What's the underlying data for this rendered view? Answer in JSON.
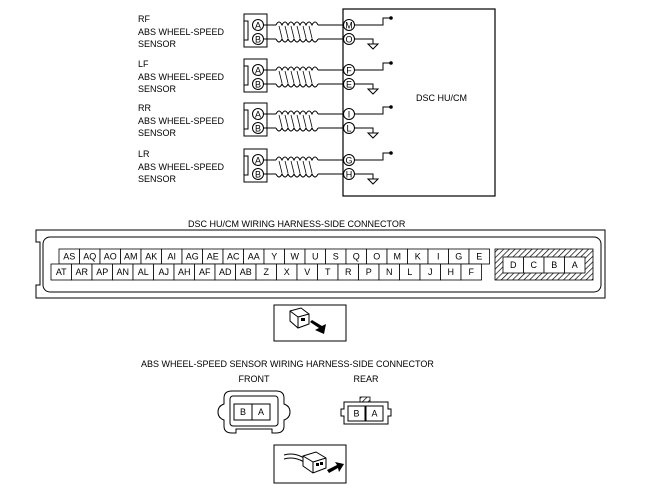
{
  "sensors": [
    {
      "position": "RF",
      "line1": "ABS WHEEL-SPEED",
      "line2": "SENSOR",
      "pins": [
        "A",
        "B"
      ],
      "hu_pins": [
        "M",
        "O"
      ]
    },
    {
      "position": "LF",
      "line1": "ABS WHEEL-SPEED",
      "line2": "SENSOR",
      "pins": [
        "A",
        "B"
      ],
      "hu_pins": [
        "F",
        "E"
      ]
    },
    {
      "position": "RR",
      "line1": "ABS WHEEL-SPEED",
      "line2": "SENSOR",
      "pins": [
        "A",
        "B"
      ],
      "hu_pins": [
        "I",
        "L"
      ]
    },
    {
      "position": "LR",
      "line1": "ABS WHEEL-SPEED",
      "line2": "SENSOR",
      "pins": [
        "A",
        "B"
      ],
      "hu_pins": [
        "G",
        "H"
      ]
    }
  ],
  "module": {
    "label": "DSC HU/CM"
  },
  "dsc_connector": {
    "title": "DSC HU/CM WIRING HARNESS-SIDE CONNECTOR",
    "top_row": [
      "AS",
      "AQ",
      "AO",
      "AM",
      "AK",
      "AI",
      "AG",
      "AE",
      "AC",
      "AA",
      "Y",
      "W",
      "U",
      "S",
      "Q",
      "O",
      "M",
      "K",
      "I",
      "G",
      "E"
    ],
    "bottom_row": [
      "AT",
      "AR",
      "AP",
      "AN",
      "AL",
      "AJ",
      "AH",
      "AF",
      "AD",
      "AB",
      "Z",
      "X",
      "V",
      "T",
      "R",
      "P",
      "N",
      "L",
      "J",
      "H",
      "F"
    ],
    "right_block": [
      "D",
      "C",
      "B",
      "A"
    ]
  },
  "abs_connector": {
    "title": "ABS WHEEL-SPEED SENSOR WIRING HARNESS-SIDE CONNECTOR",
    "front": {
      "label": "FRONT",
      "pins": [
        "B",
        "A"
      ]
    },
    "rear": {
      "label": "REAR",
      "pins": [
        "B",
        "A"
      ]
    }
  },
  "icons": [
    "connector-view-icon-dsc",
    "connector-view-icon-abs"
  ]
}
